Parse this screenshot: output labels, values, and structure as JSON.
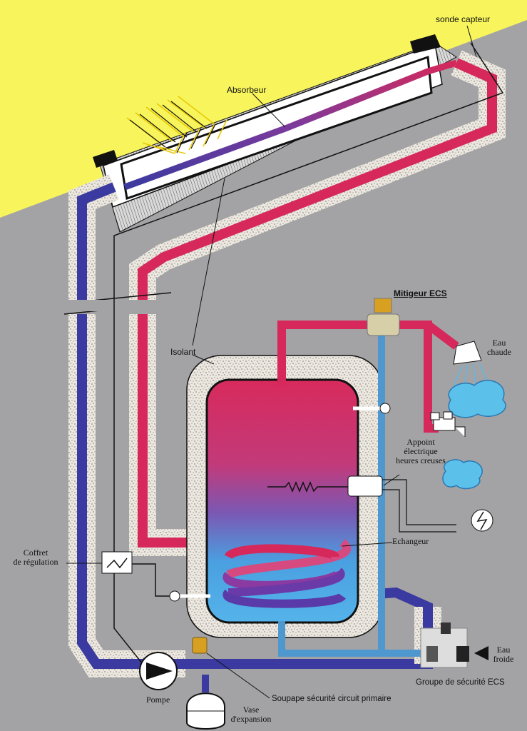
{
  "labels": {
    "sonde_capteur": "sonde capteur",
    "absorbeur": "Absorbeur",
    "mitigeur": "Mitigeur ECS",
    "eau_chaude_1": "Eau",
    "eau_chaude_2": "chaude",
    "isolant": "Isolant",
    "appoint_1": "Appoint",
    "appoint_2": "électrique",
    "appoint_3": "heures creuses",
    "echangeur": "Echangeur",
    "coffret_1": "Coffret",
    "coffret_2": "de régulation",
    "eau_froide_1": "Eau",
    "eau_froide_2": "froide",
    "groupe_securite": "Groupe de sécurité ECS",
    "pompe": "Pompe",
    "soupape": "Soupape sécurité circuit primaire",
    "vase_1": "Vase",
    "vase_2": "d'expansion"
  },
  "colors": {
    "sky": "#f7f45c",
    "wall": "#a3a3a5",
    "hot": "#d6285a",
    "cold": "#3a3a9c",
    "ecs_cold": "#4f97cf",
    "insulation": "#ece8e0"
  }
}
